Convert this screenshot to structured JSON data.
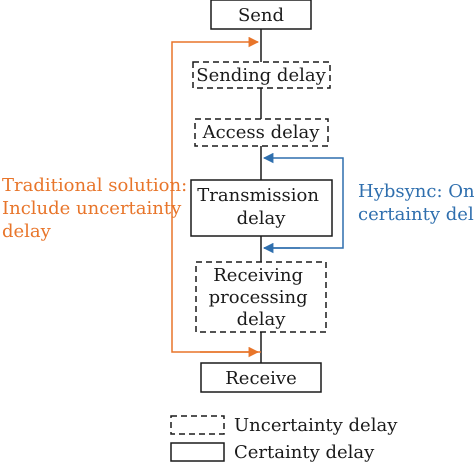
{
  "boxes": {
    "send": "Send",
    "sending_delay": "Sending delay",
    "access_delay": "Access delay",
    "transmission_delay": [
      "Transmission",
      "delay"
    ],
    "receiving_delay": [
      "Receiving",
      "processing",
      "delay"
    ],
    "receive": "Receive"
  },
  "annotations": {
    "traditional": [
      "Traditional solution:",
      "Include uncertainty",
      "delay"
    ],
    "hybsync": [
      "Hybsync: Only",
      "certainty delay"
    ]
  },
  "legend": {
    "uncertainty": "Uncertainty delay",
    "certainty": "Certainty delay"
  },
  "colors": {
    "traditional": "#e8752a",
    "hybsync": "#2f6fae",
    "line": "#1a1a1a"
  }
}
